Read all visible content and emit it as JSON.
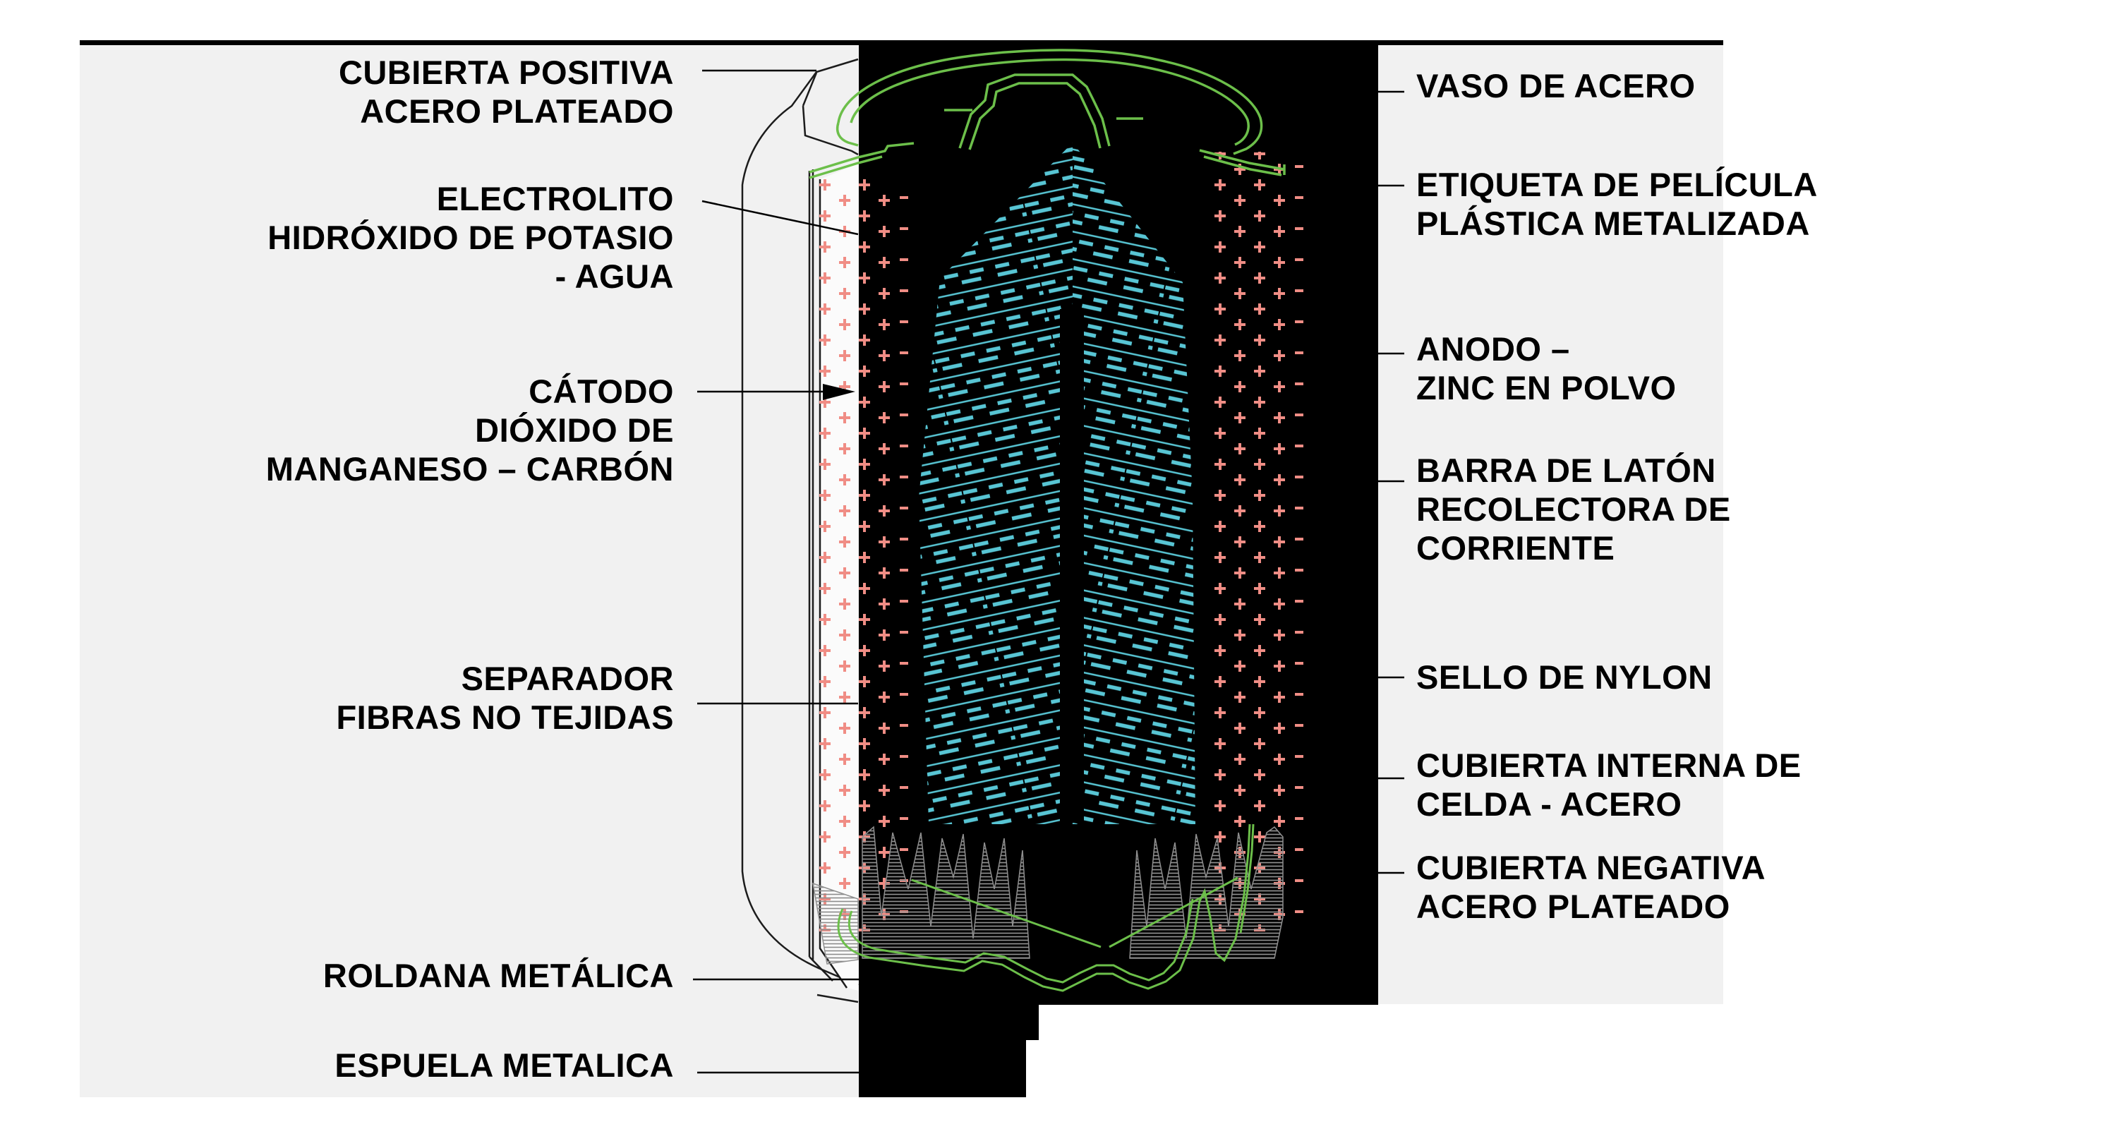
{
  "diagram": {
    "subject": "Corte transversal de pila alcalina con partes rotuladas",
    "language": "es"
  },
  "labels_left": [
    {
      "id": "cubierta-positiva",
      "lines": [
        "CUBIERTA POSITIVA",
        "ACERO PLATEADO"
      ]
    },
    {
      "id": "electrolito",
      "lines": [
        "ELECTROLITO",
        "HIDRÓXIDO DE POTASIO",
        "- AGUA"
      ]
    },
    {
      "id": "catodo",
      "lines": [
        "CÁTODO",
        "DIÓXIDO DE",
        "MANGANESO – CARBÓN"
      ]
    },
    {
      "id": "separador",
      "lines": [
        "SEPARADOR",
        "FIBRAS NO TEJIDAS"
      ]
    },
    {
      "id": "roldana",
      "lines": [
        "ROLDANA METÁLICA"
      ]
    },
    {
      "id": "espuela",
      "lines": [
        "ESPUELA METALICA"
      ]
    }
  ],
  "labels_right": [
    {
      "id": "vaso",
      "lines": [
        "VASO DE ACERO"
      ]
    },
    {
      "id": "etiqueta",
      "lines": [
        "ETIQUETA DE PELÍCULA",
        "PLÁSTICA METALIZADA"
      ]
    },
    {
      "id": "anodo",
      "lines": [
        "ANODO –",
        "ZINC EN POLVO"
      ]
    },
    {
      "id": "barra",
      "lines": [
        "BARRA DE LATÓN",
        "RECOLECTORA DE",
        "CORRIENTE"
      ]
    },
    {
      "id": "sello",
      "lines": [
        "SELLO DE NYLON"
      ]
    },
    {
      "id": "cubierta-interna",
      "lines": [
        "CUBIERTA INTERNA DE",
        "CELDA - ACERO"
      ]
    },
    {
      "id": "cubierta-negativa",
      "lines": [
        "CUBIERTA NEGATIVA",
        "ACERO PLATEADO"
      ]
    }
  ],
  "colors": {
    "background": "#ffffff",
    "panel_gray": "#f1f1f1",
    "drawing_background": "#000000",
    "cap_green": "#6cbf4a",
    "anode_cyan": "#58c5d4",
    "cathode_red": "#f08d85",
    "metal_gray": "#8f8f8f",
    "can_strip_white": "#fbfbfb",
    "text_black": "#000000"
  }
}
